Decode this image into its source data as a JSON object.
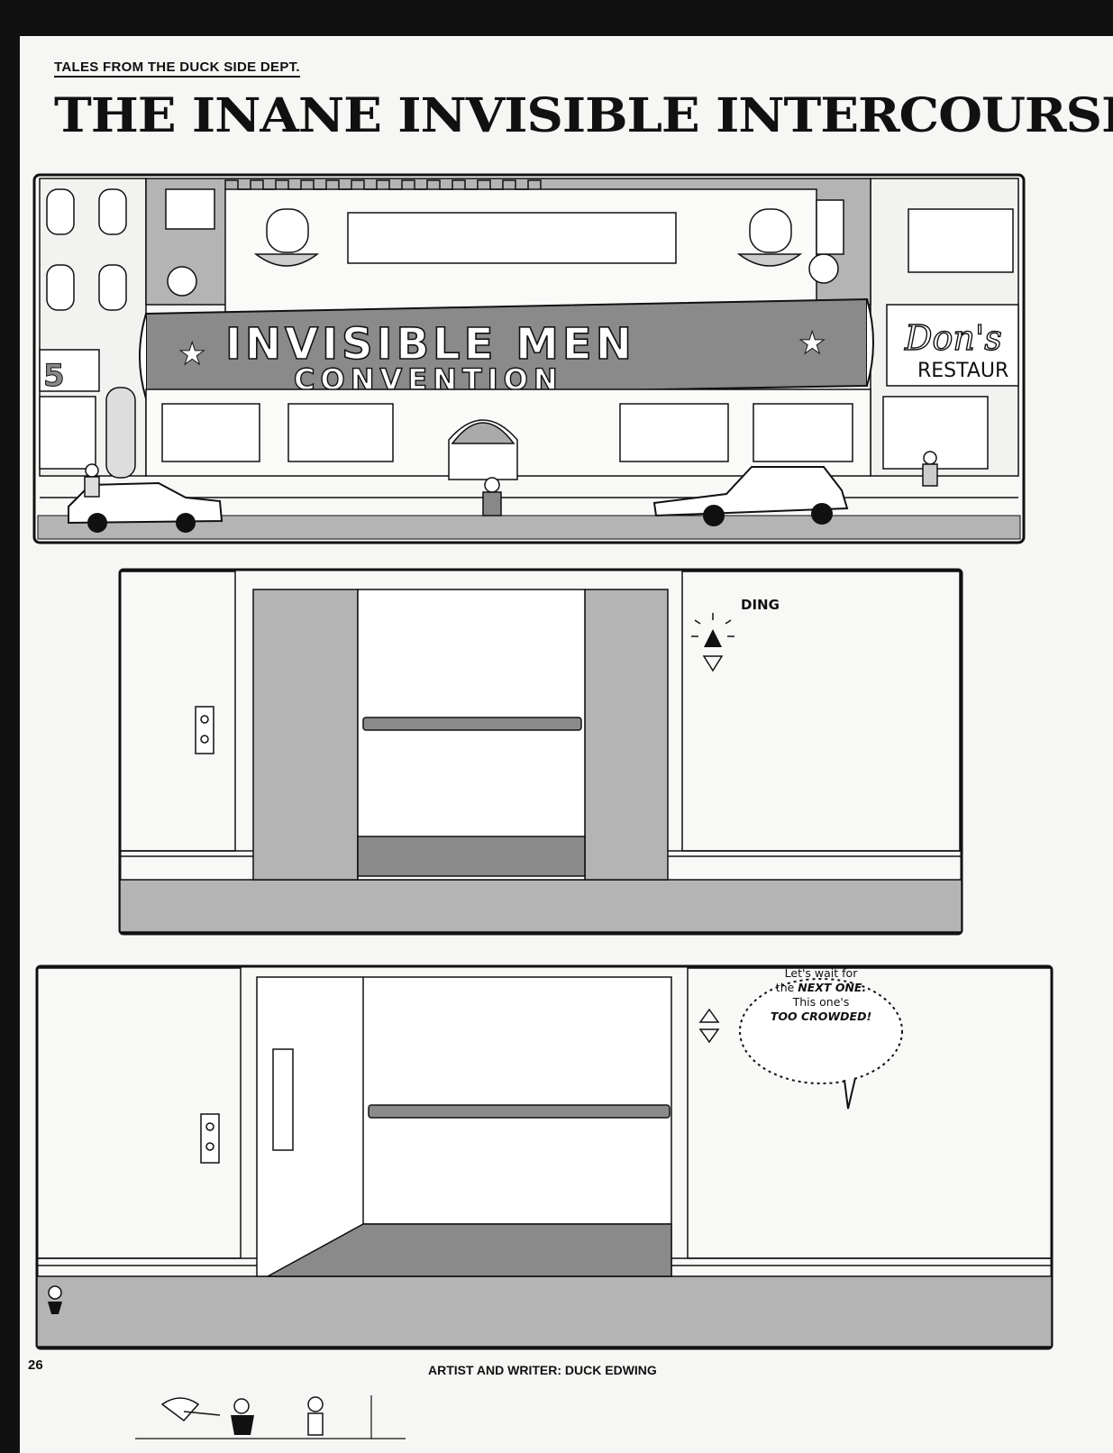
{
  "header": {
    "department": "TALES FROM THE DUCK SIDE DEPT.",
    "title": "THE INANE INVISIBLE INTERCOURSE"
  },
  "panel1": {
    "banner_line1": "INVISIBLE MEN",
    "banner_line2": "CONVENTION",
    "sign_name": "Don's",
    "sign_word": "RESTAUR",
    "left_sign": "5"
  },
  "panel2": {
    "sound_effect": "DING"
  },
  "panel3": {
    "speech": {
      "line1": "Let's wait for",
      "line2_pre": "the ",
      "line2_em": "NEXT ONE.",
      "line3": "This one's",
      "line4": "TOO CROWDED!"
    }
  },
  "footer": {
    "page_number": "26",
    "credits": "ARTIST AND WRITER:  DUCK EDWING"
  },
  "colors": {
    "ink": "#111111",
    "tone_gray": "#b4b4b4",
    "dark_gray": "#8a8a8a",
    "paper": "#f6f6f4"
  }
}
